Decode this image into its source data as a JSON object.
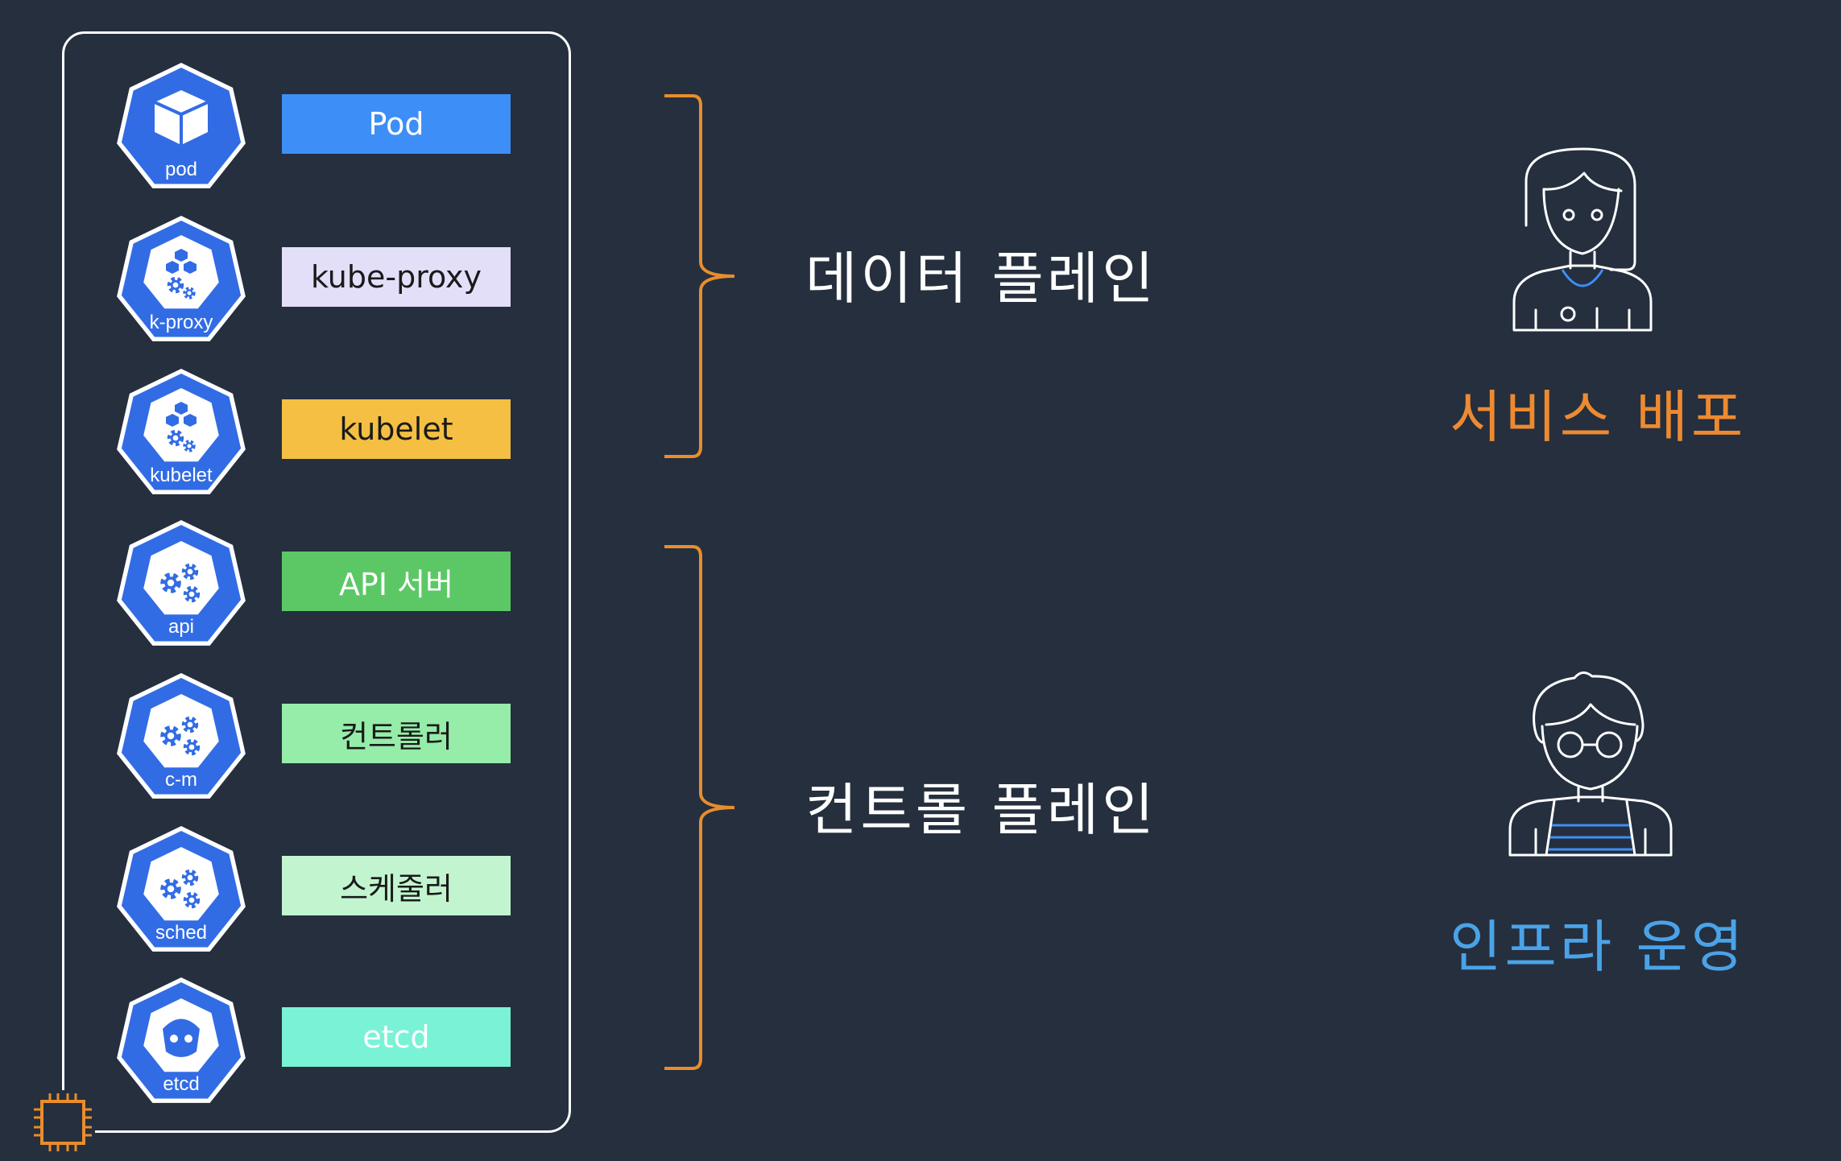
{
  "colors": {
    "background": "#252f3e",
    "k8s_blue": "#326ce5",
    "brace_orange": "#e98d2c",
    "deploy_orange": "#ed8a30",
    "infra_blue": "#4aa3e8"
  },
  "components": [
    {
      "icon_name": "pod-icon",
      "icon_label": "pod",
      "bar_label": "Pod",
      "bar_color": "#3e8ef7",
      "text_color": "light"
    },
    {
      "icon_name": "kube-proxy-icon",
      "icon_label": "k-proxy",
      "bar_label": "kube-proxy",
      "bar_color": "#e3dff8",
      "text_color": "dark"
    },
    {
      "icon_name": "kubelet-icon",
      "icon_label": "kubelet",
      "bar_label": "kubelet",
      "bar_color": "#f4bf42",
      "text_color": "dark"
    },
    {
      "icon_name": "api-server-icon",
      "icon_label": "api",
      "bar_label": "API 서버",
      "bar_color": "#5bc865",
      "text_color": "light"
    },
    {
      "icon_name": "controller-manager-icon",
      "icon_label": "c-m",
      "bar_label": "컨트롤러",
      "bar_color": "#96eca9",
      "text_color": "dark"
    },
    {
      "icon_name": "scheduler-icon",
      "icon_label": "sched",
      "bar_label": "스케줄러",
      "bar_color": "#c2f5cf",
      "text_color": "dark"
    },
    {
      "icon_name": "etcd-icon",
      "icon_label": "etcd",
      "bar_label": "etcd",
      "bar_color": "#7af2d6",
      "text_color": "light"
    }
  ],
  "planes": {
    "data_plane": "데이터 플레인",
    "control_plane": "컨트롤 플레인"
  },
  "roles": {
    "developer": "서비스 배포",
    "operator": "인프라 운영"
  }
}
